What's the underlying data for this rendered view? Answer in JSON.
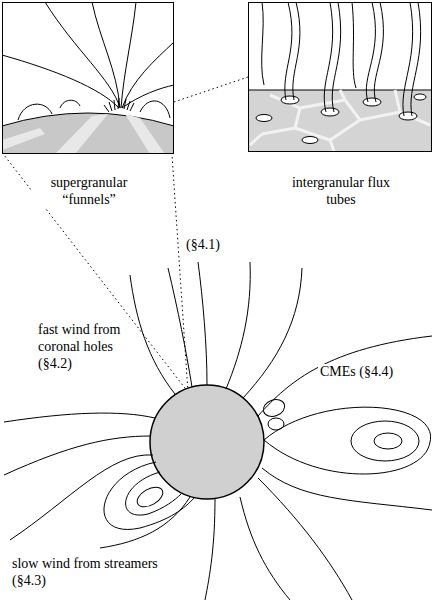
{
  "diagram": {
    "nodes": [
      {
        "text": [
          "supergranular “funnels”"
        ]
      },
      {
        "text": [
          "intergranular flux tubes"
        ]
      }
    ],
    "edges": [
      {
        "from": 0,
        "to": 1,
        "arrow": "none"
      }
    ],
    "labels": [
      "(§4.1)",
      "fast wind from coronal holes (§4.2)",
      "CMEs (§4.4)",
      "slow wind from streamers (§4.3)"
    ]
  }
}
